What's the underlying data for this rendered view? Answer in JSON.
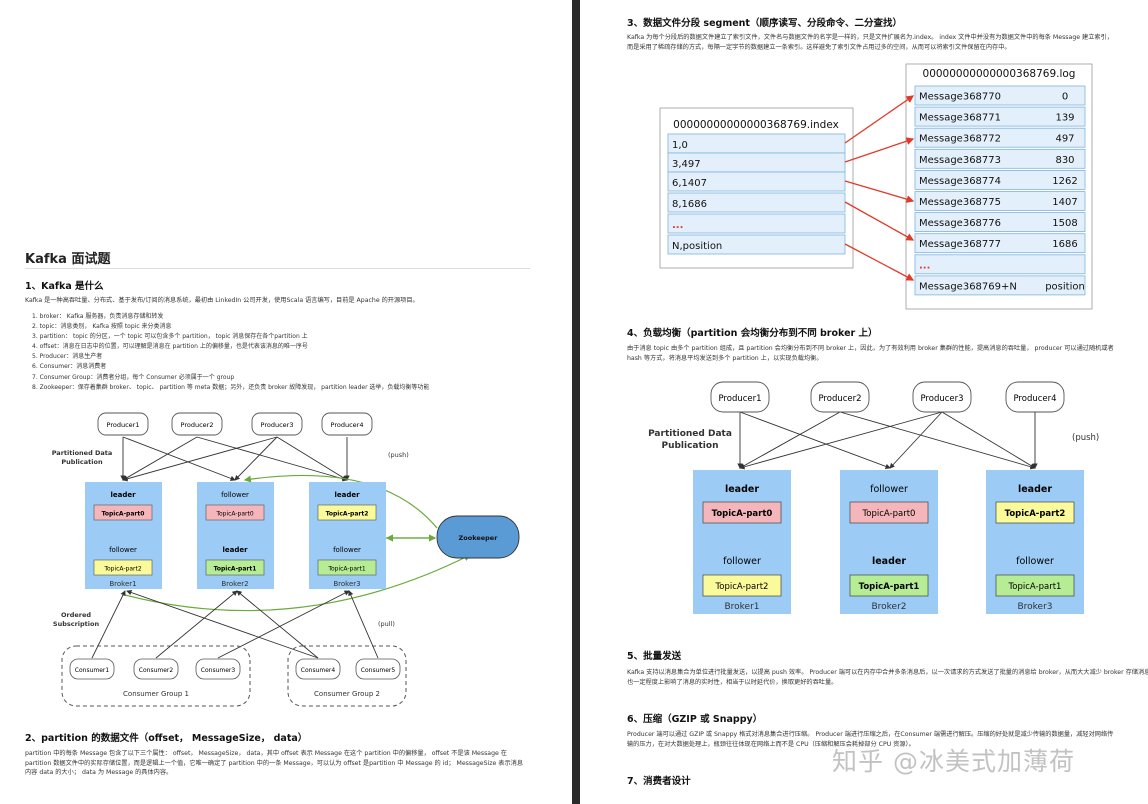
{
  "left": {
    "doc_title": "Kafka 面试题",
    "sec1": {
      "heading": "1、Kafka 是什么",
      "intro": "Kafka 是一种高吞吐量、分布式、基于发布/订阅的消息系统，最初由 LinkedIn 公司开发，使用Scala 语言编写，目前是 Apache 的开源项目。",
      "items": [
        "1. broker： Kafka 服务器，负责消息存储和转发",
        "2. topic：消息类别， Kafka 按照 topic 来分类消息",
        "3. partition： topic 的分区，一个 topic 可以包含多个 partition， topic 消息保存在各个partition 上",
        "4. offset：消息在日志中的位置，可以理解是消息在 partition 上的偏移量，也是代表该消息的唯一序号",
        "5. Producer：消息生产者",
        "6. Consumer：消息消费者",
        "7. Consumer Group：消费者分组，每个 Consumer 必须属于一个 group",
        "8. Zookeeper：保存着集群 broker、 topic、 partition 等 meta 数据；另外，还负责 broker 故障发现， partition leader 选举，负载均衡等功能"
      ]
    },
    "diagram1": {
      "producers": [
        "Producer1",
        "Producer2",
        "Producer3",
        "Producer4"
      ],
      "label_publication_1": "Partitioned Data",
      "label_publication_2": "Publication",
      "push": "(push)",
      "pull": "(pull)",
      "zookeeper": "Zookeeper",
      "label_subscription_1": "Ordered",
      "label_subscription_2": "Subscription",
      "brokers": [
        {
          "top_role": "leader",
          "top_part": "TopicA-part0",
          "top_color": "#f4b6bb",
          "bottom_role": "follower",
          "bottom_part": "TopicA-part2",
          "bottom_color": "#fafa9a",
          "name": "Broker1"
        },
        {
          "top_role": "follower",
          "top_part": "TopicA-part0",
          "top_color": "#f4b6bb",
          "bottom_role": "leader",
          "bottom_part": "TopicA-part1",
          "bottom_color": "#b6ec94",
          "name": "Broker2"
        },
        {
          "top_role": "leader",
          "top_part": "TopicA-part2",
          "top_color": "#fafa9a",
          "bottom_role": "follower",
          "bottom_part": "TopicA-part1",
          "bottom_color": "#b6ec94",
          "name": "Broker3"
        }
      ],
      "consumers": [
        "Consumer1",
        "Consumer2",
        "Consumer3",
        "Consumer4",
        "Consumer5"
      ],
      "groups": [
        "Consumer Group 1",
        "Consumer Group 2"
      ]
    },
    "sec2": {
      "heading": "2、partition 的数据文件（offset， MessageSize， data）",
      "lines": [
        "partition 中的每条 Message 包含了以下三个属性： offset， MessageSize， data，其中 offset 表示 Message 在这个 partition 中的偏移量， offset 不是该 Message 在",
        "partition 数据文件中的实际存储位置，而是逻辑上一个值，它唯一确定了 partition 中的一条 Message，可以认为 offset 是partition 中 Message 的 id； MessageSize 表示消息",
        "内容 data 的大小； data 为 Message 的具体内容。"
      ]
    }
  },
  "right": {
    "sec3": {
      "heading": "3、数据文件分段 segment（顺序读写、分段命令、二分查找）",
      "lines": [
        "Kafka 为每个分段后的数据文件建立了索引文件，文件名与数据文件的名字是一样的，只是文件扩展名为.index。 index 文件中并没有为数据文件中的每条 Message 建立索引，",
        "而是采用了稀疏存储的方式，每隔一定字节的数据建立一条索引。这样避免了索引文件占用过多的空间，从而可以将索引文件保留在内存中。"
      ]
    },
    "index_diagram": {
      "index_title": "00000000000000368769.index",
      "index_rows": [
        "1,0",
        "3,497",
        "6,1407",
        "8,1686",
        "...",
        "N,position"
      ],
      "log_title": "00000000000000368769.log",
      "log_rows": [
        {
          "msg": "Message368770",
          "pos": "0"
        },
        {
          "msg": "Message368771",
          "pos": "139"
        },
        {
          "msg": "Message368772",
          "pos": "497"
        },
        {
          "msg": "Message368773",
          "pos": "830"
        },
        {
          "msg": "Message368774",
          "pos": "1262"
        },
        {
          "msg": "Message368775",
          "pos": "1407"
        },
        {
          "msg": "Message368776",
          "pos": "1508"
        },
        {
          "msg": "Message368777",
          "pos": "1686"
        },
        {
          "msg": "...",
          "pos": ""
        },
        {
          "msg": "Message368769+N",
          "pos": "position"
        }
      ]
    },
    "sec4": {
      "heading": "4、负载均衡（partition 会均衡分布到不同 broker 上）",
      "lines": [
        "由于消息 topic 由多个 partition 组成，且 partition 会均衡分布到不同 broker 上，因此，为了有效利用 broker 集群的性能，提高消息的吞吐量， producer 可以通过随机或者",
        "hash 等方式，将消息平均发送到多个 partition 上，以实现负载均衡。"
      ]
    },
    "diagram2": {
      "producers": [
        "Producer1",
        "Producer2",
        "Producer3",
        "Producer4"
      ],
      "label_publication_1": "Partitioned Data",
      "label_publication_2": "Publication",
      "push": "(push)",
      "brokers": [
        {
          "top_role": "leader",
          "top_part": "TopicA-part0",
          "top_color": "#f4b6bb",
          "bottom_role": "follower",
          "bottom_part": "TopicA-part2",
          "bottom_color": "#fafa9a",
          "name": "Broker1"
        },
        {
          "top_role": "follower",
          "top_part": "TopicA-part0",
          "top_color": "#f4b6bb",
          "bottom_role": "leader",
          "bottom_part": "TopicA-part1",
          "bottom_color": "#b6ec94",
          "name": "Broker2"
        },
        {
          "top_role": "leader",
          "top_part": "TopicA-part2",
          "top_color": "#fafa9a",
          "bottom_role": "follower",
          "bottom_part": "TopicA-part1",
          "bottom_color": "#b6ec94",
          "name": "Broker3"
        }
      ]
    },
    "sec5": {
      "heading": "5、批量发送",
      "lines": [
        "Kafka 支持以消息集合为单位进行批量发送，以提高 push 效率。 Producer 端可以在内存中合并多条消息后，以一次请求的方式发送了批量的消息给 broker，从而大大减少 broker 存储消息的 IO 操作次数。但",
        "也一定程度上影响了消息的实时性，相当于以时延代价，换取更好的吞吐量。"
      ]
    },
    "sec6": {
      "heading": "6、压缩（GZIP 或 Snappy）",
      "lines": [
        "Producer 端可以通过 GZIP 或 Snappy 格式对消息集合进行压缩。 Producer 端进行压缩之后，在Consumer 端需进行解压。压缩的好处就是减少传输的数据量，减轻对网络传",
        "输的压力，在对大数据处理上，瓶颈往往体现在网络上而不是 CPU（压缩和解压会耗掉部分 CPU 资源）。"
      ]
    },
    "sec7": {
      "heading": "7、消费者设计"
    }
  },
  "watermark": "知乎 @冰美式加薄荷",
  "colors": {
    "broker_fill": "#9ccbf5",
    "arrow_green": "#6aaa3a",
    "arrow_red": "#e03a2a",
    "zookeeper_fill": "#5b9bd5",
    "index_fill": "#e3f0fb",
    "index_border": "#7db3de"
  }
}
